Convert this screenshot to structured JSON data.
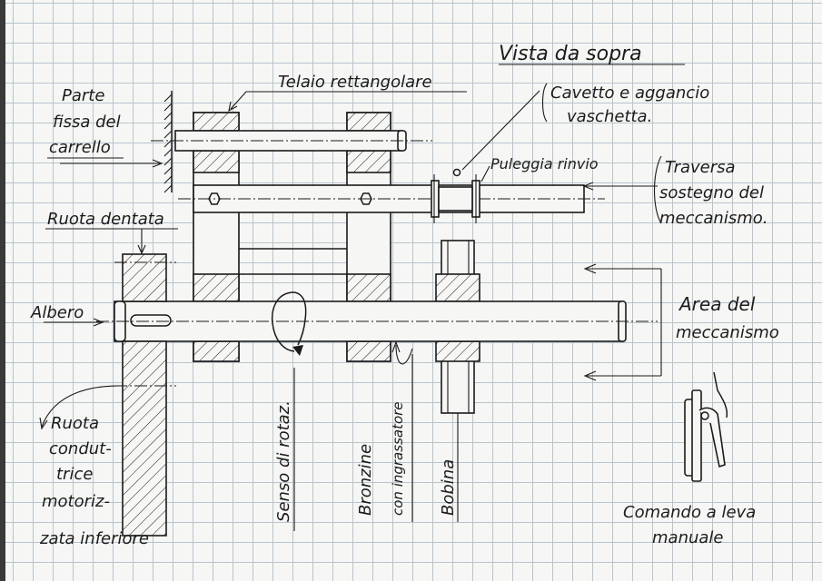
{
  "title": "Vista da sopra",
  "labels": {
    "parte_fissa_1": "Parte",
    "parte_fissa_2": "fissa del",
    "parte_fissa_3": "carrello",
    "telaio": "Telaio rettangolare",
    "cavetto_1": "Cavetto e aggancio",
    "cavetto_2": "vaschetta.",
    "puleggia": "Puleggia rinvio",
    "traversa_1": "Traversa",
    "traversa_2": "sostegno del",
    "traversa_3": "meccanismo.",
    "ruota_dentata": "Ruota dentata",
    "albero": "Albero",
    "area_1": "Area del",
    "area_2": "meccanismo",
    "ruota_cond_1": "Ruota",
    "ruota_cond_2": "condut-",
    "ruota_cond_3": "trice",
    "ruota_cond_4": "motoriz-",
    "ruota_cond_5": "zata inferiore",
    "senso": "Senso di rotaz.",
    "bronzine_1": "Bronzine",
    "bronzine_2": "con ingrassatore",
    "bobina": "Bobina",
    "comando_1": "Comando a leva",
    "comando_2": "manuale"
  },
  "colors": {
    "ink": "#1a1a1a",
    "grid": "#b9c3cf",
    "paper": "#f6f7f4"
  }
}
